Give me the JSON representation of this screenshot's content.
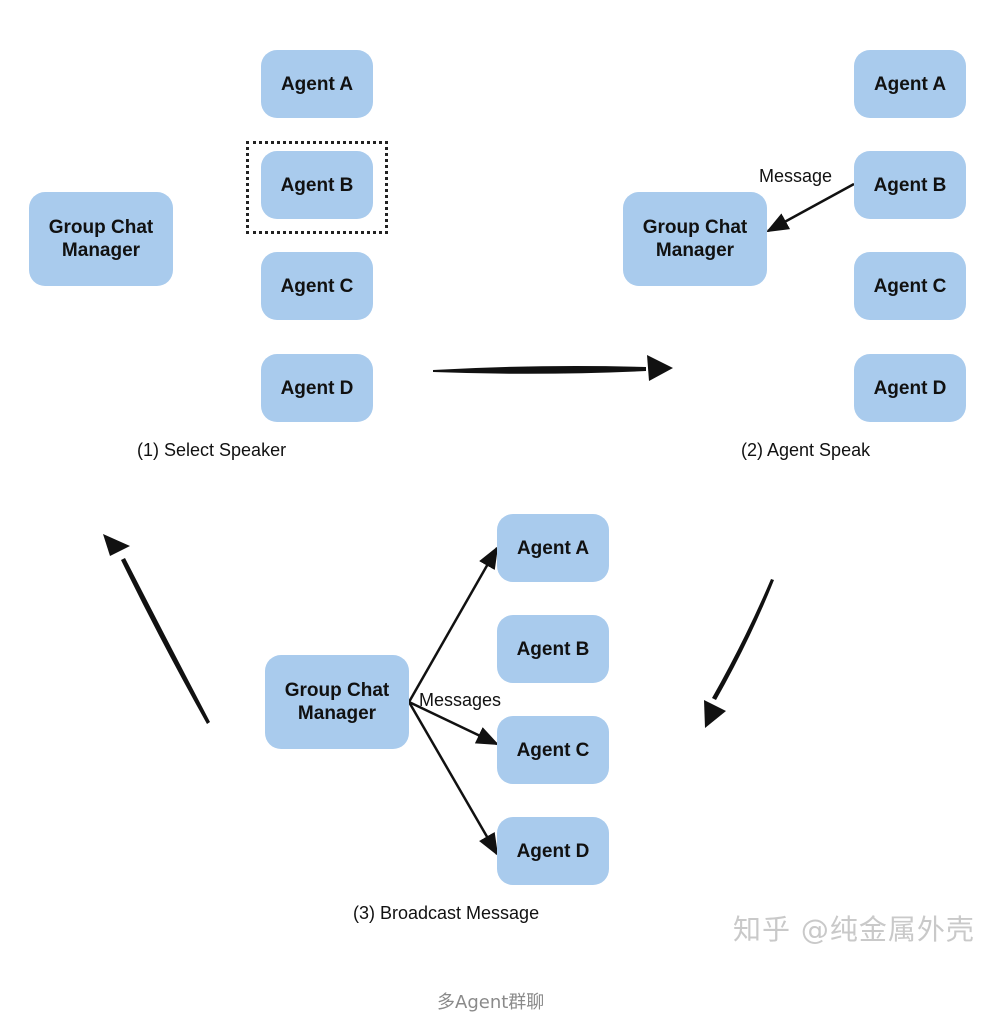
{
  "panels": {
    "select": {
      "caption": "(1) Select Speaker",
      "manager": {
        "line1": "Group Chat",
        "line2": "Manager"
      },
      "agents": [
        "Agent A",
        "Agent B",
        "Agent C",
        "Agent D"
      ]
    },
    "speak": {
      "caption": "(2) Agent Speak",
      "manager": {
        "line1": "Group Chat",
        "line2": "Manager"
      },
      "agents": [
        "Agent A",
        "Agent B",
        "Agent C",
        "Agent D"
      ],
      "edge_label": "Message"
    },
    "broadcast": {
      "caption": "(3) Broadcast Message",
      "manager": {
        "line1": "Group Chat",
        "line2": "Manager"
      },
      "agents": [
        "Agent A",
        "Agent B",
        "Agent C",
        "Agent D"
      ],
      "edge_label": "Messages"
    }
  },
  "watermark": "知乎 @纯金属外壳",
  "footer_caption": "多Agent群聊",
  "colors": {
    "node_fill": "#a9cbed",
    "text": "#111111",
    "arrow": "#111111",
    "watermark": "#c9c9c9"
  }
}
